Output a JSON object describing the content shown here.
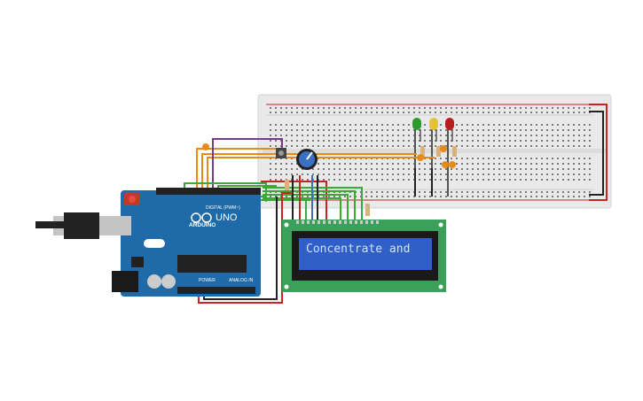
{
  "arduino": {
    "brand": "ARDUINO",
    "model": "UNO",
    "digital_label": "DIGITAL (PWM~)",
    "power_label": "POWER",
    "analog_label": "ANALOG IN",
    "board_color": "#1f6aa8"
  },
  "lcd": {
    "text": "Concentrate and",
    "pcb_color": "#3aa05a",
    "screen_color": "#2f5fc7"
  },
  "leds": [
    {
      "name": "green",
      "color": "#2e9a2e"
    },
    {
      "name": "yellow",
      "color": "#e3c23a"
    },
    {
      "name": "red",
      "color": "#b91d1d"
    }
  ],
  "colors": {
    "breadboard": "#e9e9e9",
    "rail_red": "#cc2222",
    "rail_black": "#222222",
    "wire_orange": "#e68a1a",
    "wire_green": "#3aaa35",
    "wire_purple": "#7a3a8a",
    "wire_red": "#cc2222",
    "wire_black": "#222222",
    "wire_blue": "#3b6fc2"
  }
}
